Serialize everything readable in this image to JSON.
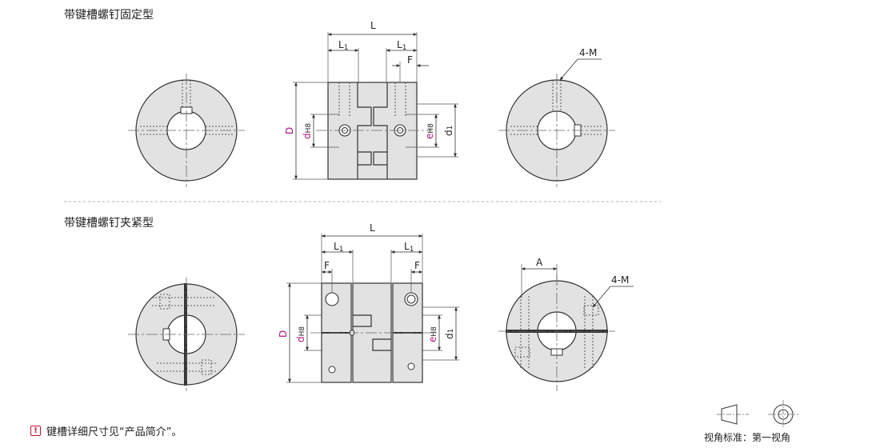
{
  "section1": {
    "title": "带键槽螺钉固定型"
  },
  "section2": {
    "title": "带键槽螺钉夹紧型"
  },
  "labels": {
    "L": "L",
    "L1": "L",
    "L1_sub": "1",
    "F": "F",
    "D": "D",
    "d": "d",
    "dH8_sub": "H8",
    "e": "e",
    "eH8_sub": "H8",
    "d1": "d",
    "d1_sub": "1",
    "M": "4-M",
    "A": "A"
  },
  "footer": {
    "note_icon": "!",
    "note": "键槽详细尺寸见“产品简介”。",
    "projection": "视角标准：第一视角"
  },
  "colors": {
    "accent": "#b0197e",
    "warning": "#c8102e",
    "body": "#e2e2e2",
    "line": "#333333"
  }
}
